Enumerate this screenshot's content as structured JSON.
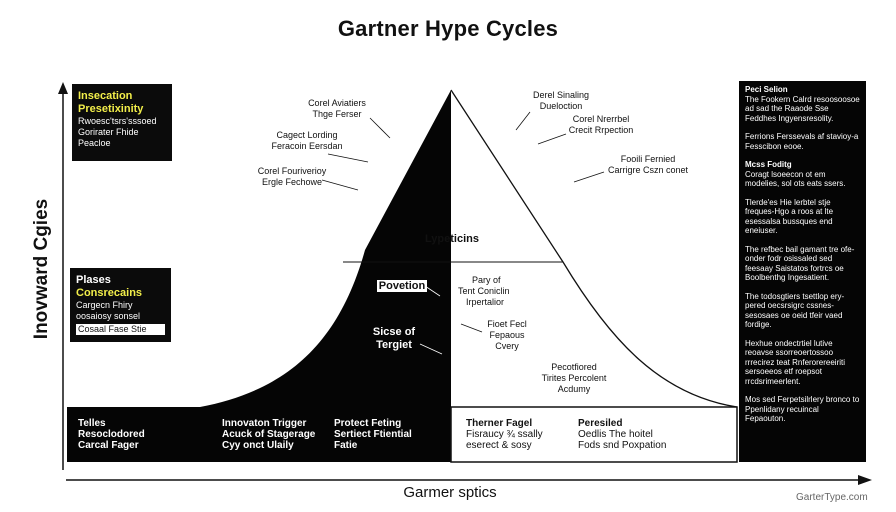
{
  "title": "Gartner Hype Cycles",
  "y_axis_label": "Inovward Cgies",
  "x_axis_label": "Garmer sptics",
  "watermark": "GarterType.com",
  "top_left_box": {
    "heading1": "Insecation",
    "heading2": "Presetixinity",
    "line1": "Rwoesc'tsrs'sssoed",
    "line2": "Gorirater Fhide",
    "line3": "Peacloe"
  },
  "mid_left_box": {
    "heading1": "Plases",
    "heading2": "Consrecains",
    "line1": "Cargecn Fhiry",
    "line2": "oosaiosy sonsel",
    "line3": "Cosaal Fase Stie"
  },
  "triangle": {
    "peak_label": "Lypeticins",
    "left_mid_label": "Povetion",
    "left_low_label_1": "Sicse of",
    "left_low_label_2": "Tergiet"
  },
  "annotations_left": [
    {
      "line1": "Corel Aviatiers",
      "line2": "Thge Ferser"
    },
    {
      "line1": "Cagect Lording",
      "line2": "Feracoin Eersdan"
    },
    {
      "line1": "Corel Fouriverioy",
      "line2": "Ergle Fechowe"
    }
  ],
  "annotations_right": [
    {
      "line1": "Derel Sinaling",
      "line2": "Dueloction"
    },
    {
      "line1": "Corel Nrerrbel",
      "line2": "Crecit Rrpection"
    },
    {
      "line1": "Fooili Fernied",
      "line2": "Carrigre Cszn conet"
    }
  ],
  "annotations_mid": [
    {
      "line1": "Pary of",
      "line2": "Tent Coniclin",
      "line3": "Irpertalior"
    },
    {
      "line1": "Fioet Fecl",
      "line2": "Fepaous",
      "line3": "Cvery"
    },
    {
      "line1": "Pecotfiored",
      "line2": "Tirites Percolent",
      "line3": "Acdumy"
    }
  ],
  "bottom_band": {
    "col1": [
      "Telles",
      "Resoclodored",
      "Carcal Fager"
    ],
    "col2": [
      "Innovaton Trigger",
      "Acuck of Stagerage",
      "Cyy onct Ulaily"
    ],
    "col3": [
      "Protect Feting",
      "Sertiect Ftiential",
      "Fatie"
    ],
    "col4": [
      "Therner Fagel",
      "Fisraucy ¾ ssally",
      "eserect & sosy"
    ],
    "col5": [
      "Peresiled",
      "Oedlis The hoitel",
      "Fods snd Poxpation"
    ]
  },
  "right_panel": [
    {
      "head": "Peci Selion",
      "body": "The Fookern Calrd resoosoosoe ad sad the Raaode Sse Feddhes Ingyensresolity."
    },
    {
      "head": "",
      "body": "Ferrions Ferssevals af stavioy-a Fesscibon eooe."
    },
    {
      "head": "Mcss Foditg",
      "body": "Coragt lsoeecon ot em modelies, sol ots eats ssers."
    },
    {
      "head": "",
      "body": "Tlerde'es Hie lerbtel stje freques-Hgo a roos at lte esessalsa bussques end eneiuser."
    },
    {
      "head": "",
      "body": "The refbec bail gamant tre ofe-onder fodr osissaled sed feesaay Saistatos fortrcs oe Boolbenthg Ingesatient."
    },
    {
      "head": "",
      "body": "The todosgtiers tsettlop ery-pered oecsrsigrc cssnes-sesosaes oe oeid tfeir vaed fordige."
    },
    {
      "head": "",
      "body": "Hexhue ondectrtiel lutive reoavse ssorreoertossoo rrrecirez teat Rnferorereeiriti sersoeeos etf roepsot rrcdsrimeerlent."
    },
    {
      "head": "",
      "body": "Mos sed Ferpetsilrlery bronco to Ppenlidany recuincal Fepaouton."
    }
  ]
}
